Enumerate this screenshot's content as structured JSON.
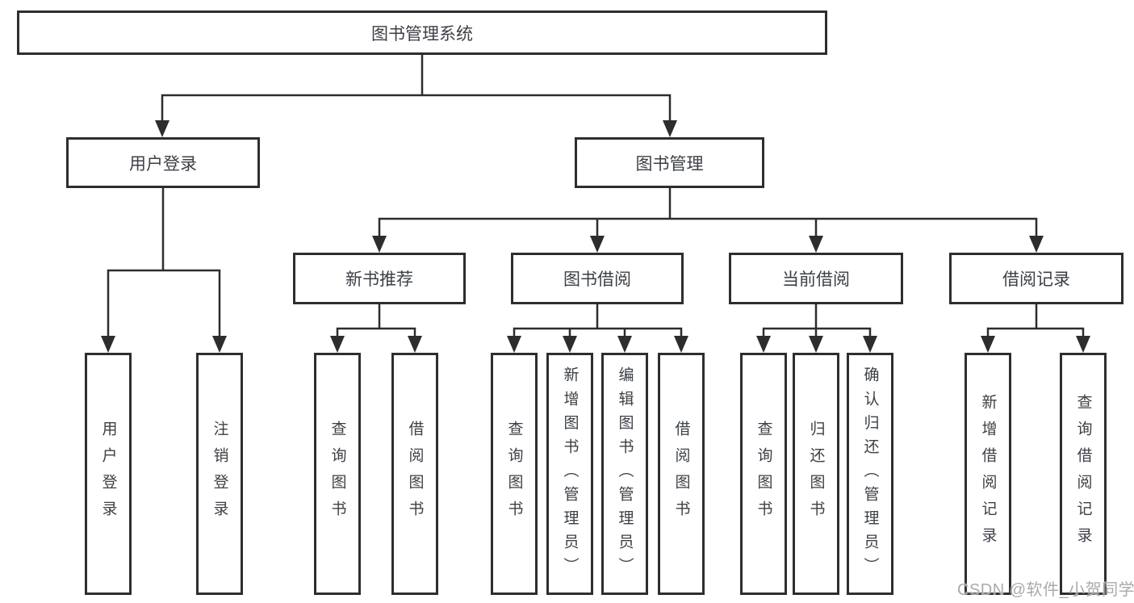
{
  "diagram": {
    "title": "图书管理系统",
    "type": "tree",
    "nodes": [
      {
        "id": "system",
        "label": "图书管理系统",
        "children": [
          "user_login",
          "book_management"
        ]
      },
      {
        "id": "user_login",
        "label": "用户登录",
        "children": [
          "login",
          "logout"
        ]
      },
      {
        "id": "book_management",
        "label": "图书管理",
        "children": [
          "new_book_recommend",
          "book_borrow",
          "current_borrow",
          "borrow_records"
        ]
      },
      {
        "id": "new_book_recommend",
        "label": "新书推荐",
        "children": [
          "nb_query_books",
          "nb_borrow_books"
        ]
      },
      {
        "id": "book_borrow",
        "label": "图书借阅",
        "children": [
          "bb_query_books",
          "bb_add_book_admin",
          "bb_edit_book_admin",
          "bb_borrow_books"
        ]
      },
      {
        "id": "current_borrow",
        "label": "当前借阅",
        "children": [
          "cb_query_books",
          "cb_return_book",
          "cb_confirm_return_admin"
        ]
      },
      {
        "id": "borrow_records",
        "label": "借阅记录",
        "children": [
          "br_add_record",
          "br_query_record"
        ]
      },
      {
        "id": "login",
        "label": "用户登录",
        "children": []
      },
      {
        "id": "logout",
        "label": "注销登录",
        "children": []
      },
      {
        "id": "nb_query_books",
        "label": "查询图书",
        "children": []
      },
      {
        "id": "nb_borrow_books",
        "label": "借阅图书",
        "children": []
      },
      {
        "id": "bb_query_books",
        "label": "查询图书",
        "children": []
      },
      {
        "id": "bb_add_book_admin",
        "label": "新增图书（管理员）",
        "children": []
      },
      {
        "id": "bb_edit_book_admin",
        "label": "编辑图书（管理员）",
        "children": []
      },
      {
        "id": "bb_borrow_books",
        "label": "借阅图书",
        "children": []
      },
      {
        "id": "cb_query_books",
        "label": "查询图书",
        "children": []
      },
      {
        "id": "cb_return_book",
        "label": "归还图书",
        "children": []
      },
      {
        "id": "cb_confirm_return_admin",
        "label": "确认归还（管理员）",
        "children": []
      },
      {
        "id": "br_add_record",
        "label": "新增借阅记录",
        "children": []
      },
      {
        "id": "br_query_record",
        "label": "查询借阅记录",
        "children": []
      }
    ]
  },
  "watermark": {
    "text": "CSDN @软件_小贺同学"
  },
  "colors": {
    "line": "#2d2d2d",
    "box_border": "#2e2e2e",
    "text": "#3c4046",
    "watermark": "#aaaaaa",
    "background": "#ffffff"
  }
}
